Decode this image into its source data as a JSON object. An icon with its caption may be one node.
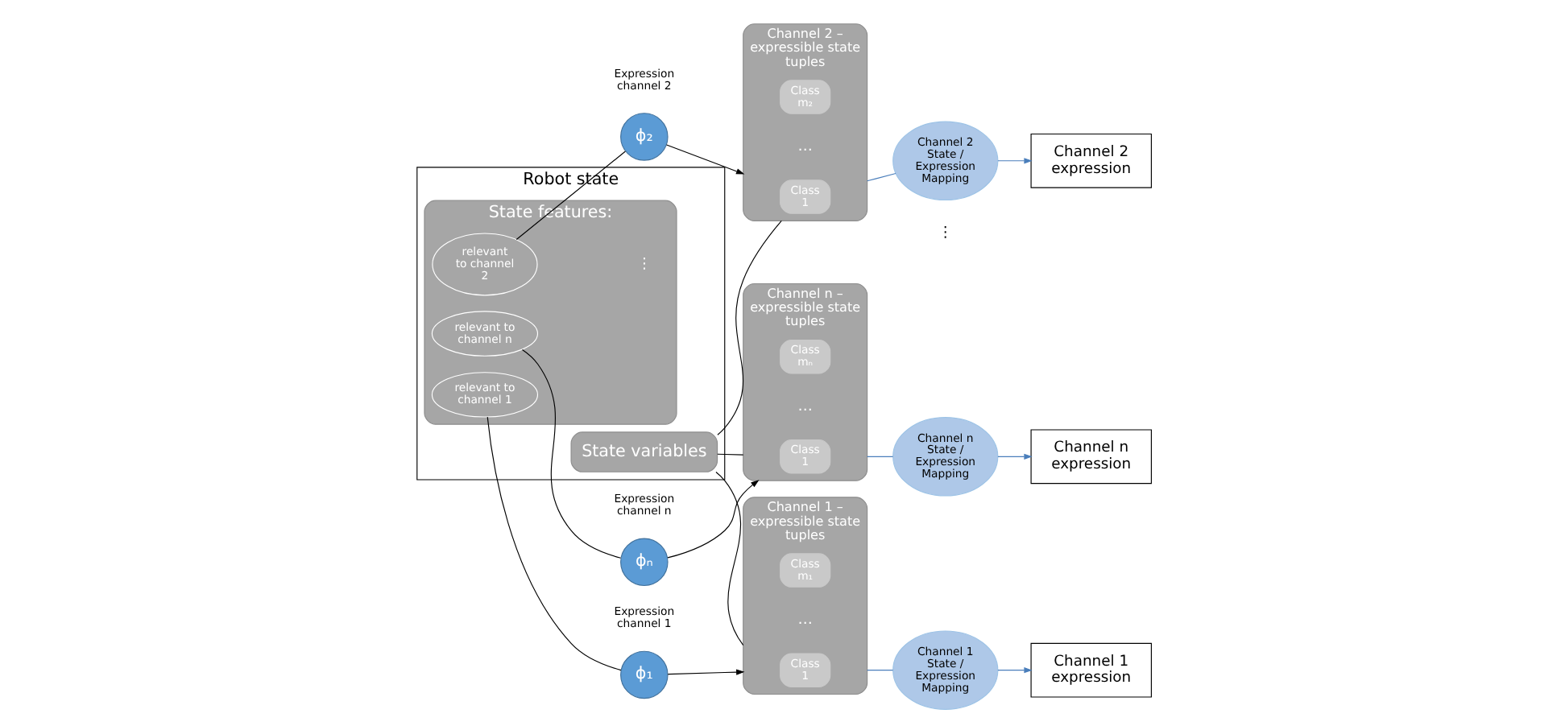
{
  "diagram": {
    "nodes": [
      {
        "text": [
          "Robot state"
        ]
      },
      {
        "text": [
          "State variables"
        ],
        "in": 0
      },
      {
        "text": [
          "State features:"
        ],
        "in": 0
      },
      {
        "text": [
          "relevant to channel 2"
        ],
        "in": 2
      },
      {
        "text": [
          "relevant to channel 1"
        ],
        "in": 2
      },
      {
        "text": [
          "relevant to channel n"
        ],
        "in": 2
      },
      {
        "text": [
          "ϕ₁"
        ],
        "beside": [
          "Expression channel 1"
        ]
      },
      {
        "text": [
          "Channel 1 – expressible state tuples"
        ]
      },
      {
        "text": [
          "Class 1"
        ],
        "in": 7
      },
      {
        "text": [
          "Class m₁"
        ],
        "in": 7
      },
      {
        "text": [
          "Channel 1 State / Expression Mapping"
        ]
      },
      {
        "text": [
          "Channel 1 expression"
        ]
      },
      {
        "text": [
          "ϕ₂"
        ],
        "beside": [
          "Expression channel 2"
        ]
      },
      {
        "text": [
          "Channel 2 – expressible state tuples"
        ]
      },
      {
        "text": [
          "Class 1"
        ],
        "in": 13
      },
      {
        "text": [
          "Class m₂"
        ],
        "in": 13
      },
      {
        "text": [
          "Channel 2 State / Expression Mapping"
        ]
      },
      {
        "text": [
          "Channel 2 expression"
        ]
      },
      {
        "text": [
          "ϕₙ"
        ],
        "beside": [
          "Expression channel n"
        ]
      },
      {
        "text": [
          "Channel n – expressible state tuples"
        ]
      },
      {
        "text": [
          "Class 1"
        ],
        "in": 19
      },
      {
        "text": [
          "Class mₙ"
        ],
        "in": 19
      },
      {
        "text": [
          "Channel n State / Expression Mapping"
        ]
      },
      {
        "text": [
          "Channel n expression"
        ]
      }
    ],
    "edges": [
      {
        "from": 1,
        "to": 7,
        "arrow": "none"
      },
      {
        "from": 1,
        "to": 13,
        "arrow": "none"
      },
      {
        "from": 1,
        "to": 19,
        "arrow": "none"
      },
      {
        "from": 4,
        "to": 6,
        "arrow": "none"
      },
      {
        "from": 3,
        "to": 12,
        "arrow": "none"
      },
      {
        "from": 5,
        "to": 18,
        "arrow": "none"
      },
      {
        "from": 6,
        "to": 7,
        "arrow": "to"
      },
      {
        "from": 12,
        "to": 13,
        "arrow": "to"
      },
      {
        "from": 18,
        "to": 19,
        "arrow": "to"
      },
      {
        "from": 7,
        "to": 10,
        "arrow": "none",
        "color": "#4a7ebb"
      },
      {
        "from": 13,
        "to": 16,
        "arrow": "none",
        "color": "#4a7ebb"
      },
      {
        "from": 19,
        "to": 22,
        "arrow": "none",
        "color": "#4a7ebb"
      },
      {
        "from": 10,
        "to": 11,
        "arrow": "to",
        "color": "#4a7ebb"
      },
      {
        "from": 16,
        "to": 17,
        "arrow": "to",
        "color": "#4a7ebb"
      },
      {
        "from": 22,
        "to": 23,
        "arrow": "to",
        "color": "#4a7ebb"
      }
    ],
    "labels": [
      "…",
      "…",
      "⋮",
      "⋮",
      "…"
    ]
  }
}
